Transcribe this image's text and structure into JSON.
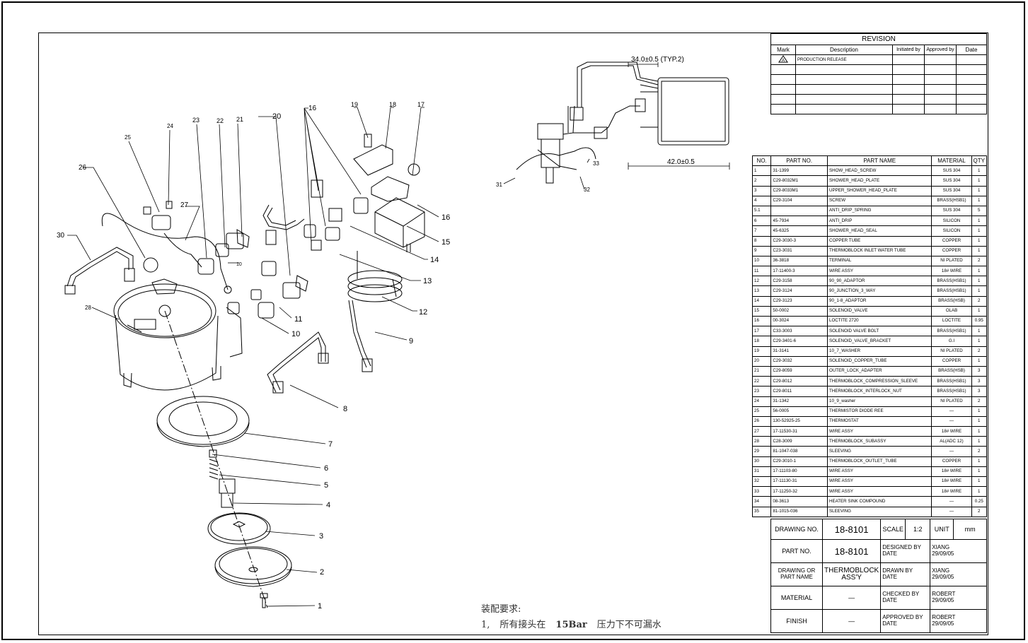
{
  "revision": {
    "title": "REVISION",
    "headers": [
      "Mark",
      "Description",
      "Initiated by",
      "Approved by",
      "Date"
    ],
    "rows": [
      [
        "",
        "PRODUCTION RELEASE",
        "",
        "",
        ""
      ]
    ]
  },
  "dimensions": {
    "top": "34.0±0.5 (TYP.2)",
    "right": "42.0±0.5"
  },
  "bom": {
    "headers": [
      "NO.",
      "PART NO.",
      "PART NAME",
      "MATERIAL",
      "QTY"
    ],
    "rows": [
      [
        "1",
        "31-1399",
        "SHOW_HEAD_SCREW",
        "SUS 304",
        "1"
      ],
      [
        "2",
        "C29-8032M1",
        "SHOWER_HEAD_PLATE",
        "SUS 304",
        "1"
      ],
      [
        "3",
        "C29-8033M1",
        "UPPER_SHOWER_HEAD_PLATE",
        "SUS 304",
        "1"
      ],
      [
        "4",
        "C29-3104",
        "SCREW",
        "BRASS(HSB1)",
        "1"
      ],
      [
        "5.1",
        "",
        "ANTI_DRIP_SPRING",
        "SUS 304",
        "5"
      ],
      [
        "6",
        "45-7934",
        "ANTI_DRIP",
        "SILICON",
        "1"
      ],
      [
        "7",
        "45-6325",
        "SHOWER_HEAD_SEAL",
        "SILICON",
        "1"
      ],
      [
        "8",
        "C29-3030-3",
        "COPPER TUBE",
        "COPPER",
        "1"
      ],
      [
        "9",
        "C23-3031",
        "THERMOBLOCK INLET WATER TUBE",
        "COPPER",
        "1"
      ],
      [
        "10",
        "36-3818",
        "TERMINAL",
        "NI PLATED",
        "2"
      ],
      [
        "11",
        "17-11400-3",
        "WIRE ASSY",
        "18# WIRE",
        "1"
      ],
      [
        "12",
        "C29-3158",
        "90_90_ADAPTOR",
        "BRASS(HSB1)",
        "1"
      ],
      [
        "13",
        "C29-3124",
        "90_JUNCTION_3_WAY",
        "BRASS(HSB1)",
        "1"
      ],
      [
        "14",
        "C29-3123",
        "90_1-8_ADAPTOR",
        "BRASS(HSB)",
        "2"
      ],
      [
        "15",
        "50-0002",
        "SOLENOID_VALVE",
        "OLAB",
        "1"
      ],
      [
        "16",
        "00-3024",
        "LOCTITE 2720",
        "LOCTITE",
        "0.95"
      ],
      [
        "17",
        "C33-3003",
        "SOLENOID VALVE BOLT",
        "BRASS(HSB1)",
        "1"
      ],
      [
        "18",
        "C29-3401-6",
        "SOLENOID_VALVE_BRACKET",
        "G.I",
        "1"
      ],
      [
        "19",
        "31-3141",
        "10_7_WASHER",
        "NI PLATED",
        "2"
      ],
      [
        "20",
        "C29-3032",
        "SOLENOID_COPPER_TUBE",
        "COPPER",
        "1"
      ],
      [
        "21",
        "C29-8059",
        "OUTER_LOCK_ADAPTER",
        "BRASS(HSB)",
        "3"
      ],
      [
        "22",
        "C29-8012",
        "THERMOBLOCK_COMPRESSION_SLEEVE",
        "BRASS(HSB1)",
        "3"
      ],
      [
        "23",
        "C29-8011",
        "THERMOBLOCK_INTERLOCK_NUT",
        "BRASS(HSB1)",
        "3"
      ],
      [
        "24",
        "31-1342",
        "10_9_washer",
        "NI PLATED",
        "2"
      ],
      [
        "25",
        "56-0005",
        "THERMISTOR DIODE REE",
        "—",
        "1"
      ],
      [
        "26",
        "130-52925-25",
        "THERMOSTAT",
        "—",
        "1"
      ],
      [
        "27",
        "17-11530-31",
        "WIRE ASSY",
        "18# WIRE",
        "1"
      ],
      [
        "28",
        "C28-3009",
        "THERMOBLOCK_SUBASSY",
        "AL(ADC 12)",
        "1"
      ],
      [
        "29",
        "81-1047-038",
        "SLEEVING",
        "—",
        "2"
      ],
      [
        "30",
        "C29-3010-1",
        "THERMOBLOCK_OUTLET_TUBE",
        "COPPER",
        "1"
      ],
      [
        "31",
        "17-11103-80",
        "WIRE ASSY",
        "18# WIRE",
        "1"
      ],
      [
        "32",
        "17-11130-31",
        "WIRE ASSY",
        "18# WIRE",
        "1"
      ],
      [
        "33",
        "17-11250-32",
        "WIRE ASSY",
        "18# WIRE",
        "1"
      ],
      [
        "34",
        "08-3613",
        "HEATER SINK COMPOUND",
        "—",
        "0.25"
      ],
      [
        "35",
        "81-1015-036",
        "SLEEVING",
        "—",
        "2"
      ]
    ]
  },
  "title_block": {
    "drawing_no_label": "DRAWING NO.",
    "drawing_no": "18-8101",
    "scale_label": "SCALE",
    "scale": "1:2",
    "unit_label": "UNIT",
    "unit": "mm",
    "part_no_label": "PART NO.",
    "part_no": "18-8101",
    "designed_label": "DESIGNED BY\nDATE",
    "designed_value": "XIANG\n29/09/05",
    "drawing_name_label": "DRAWING OR\nPART NAME",
    "drawing_name": "THERMOBLOCK\nASS'Y",
    "drawn_label": "DRAWN BY\nDATE",
    "drawn_value": "XIANG\n29/09/05",
    "material_label": "MATERIAL",
    "material": "—",
    "checked_label": "CHECKED BY\nDATE",
    "checked_value": "ROBERT\n29/09/05",
    "finish_label": "FINISH",
    "finish": "—",
    "approved_label": "APPROVED BY\nDATE",
    "approved_value": "ROBERT\n29/09/05"
  },
  "notes": {
    "heading": "装配要求:",
    "line_no": "1,",
    "line_a": "所有接头在",
    "line_b": "15Bar",
    "line_c": "压力下不可漏水"
  },
  "callouts": {
    "c1": "1",
    "c2": "2",
    "c3": "3",
    "c4": "4",
    "c5": "5",
    "c6": "6",
    "c7": "7",
    "c8": "8",
    "c9": "9",
    "c10": "10",
    "c11": "11",
    "c12": "12",
    "c13": "13",
    "c14": "14",
    "c15": "15",
    "c16": "16",
    "c17": "17",
    "c18": "18",
    "c19": "19",
    "c20": "20",
    "c21": "21",
    "c22": "22",
    "c23": "23",
    "c24": "24",
    "c25": "25",
    "c26": "26",
    "c27": "27",
    "c28": "28",
    "c30": "30",
    "c31": "31",
    "c32": "32",
    "c33": "33"
  }
}
